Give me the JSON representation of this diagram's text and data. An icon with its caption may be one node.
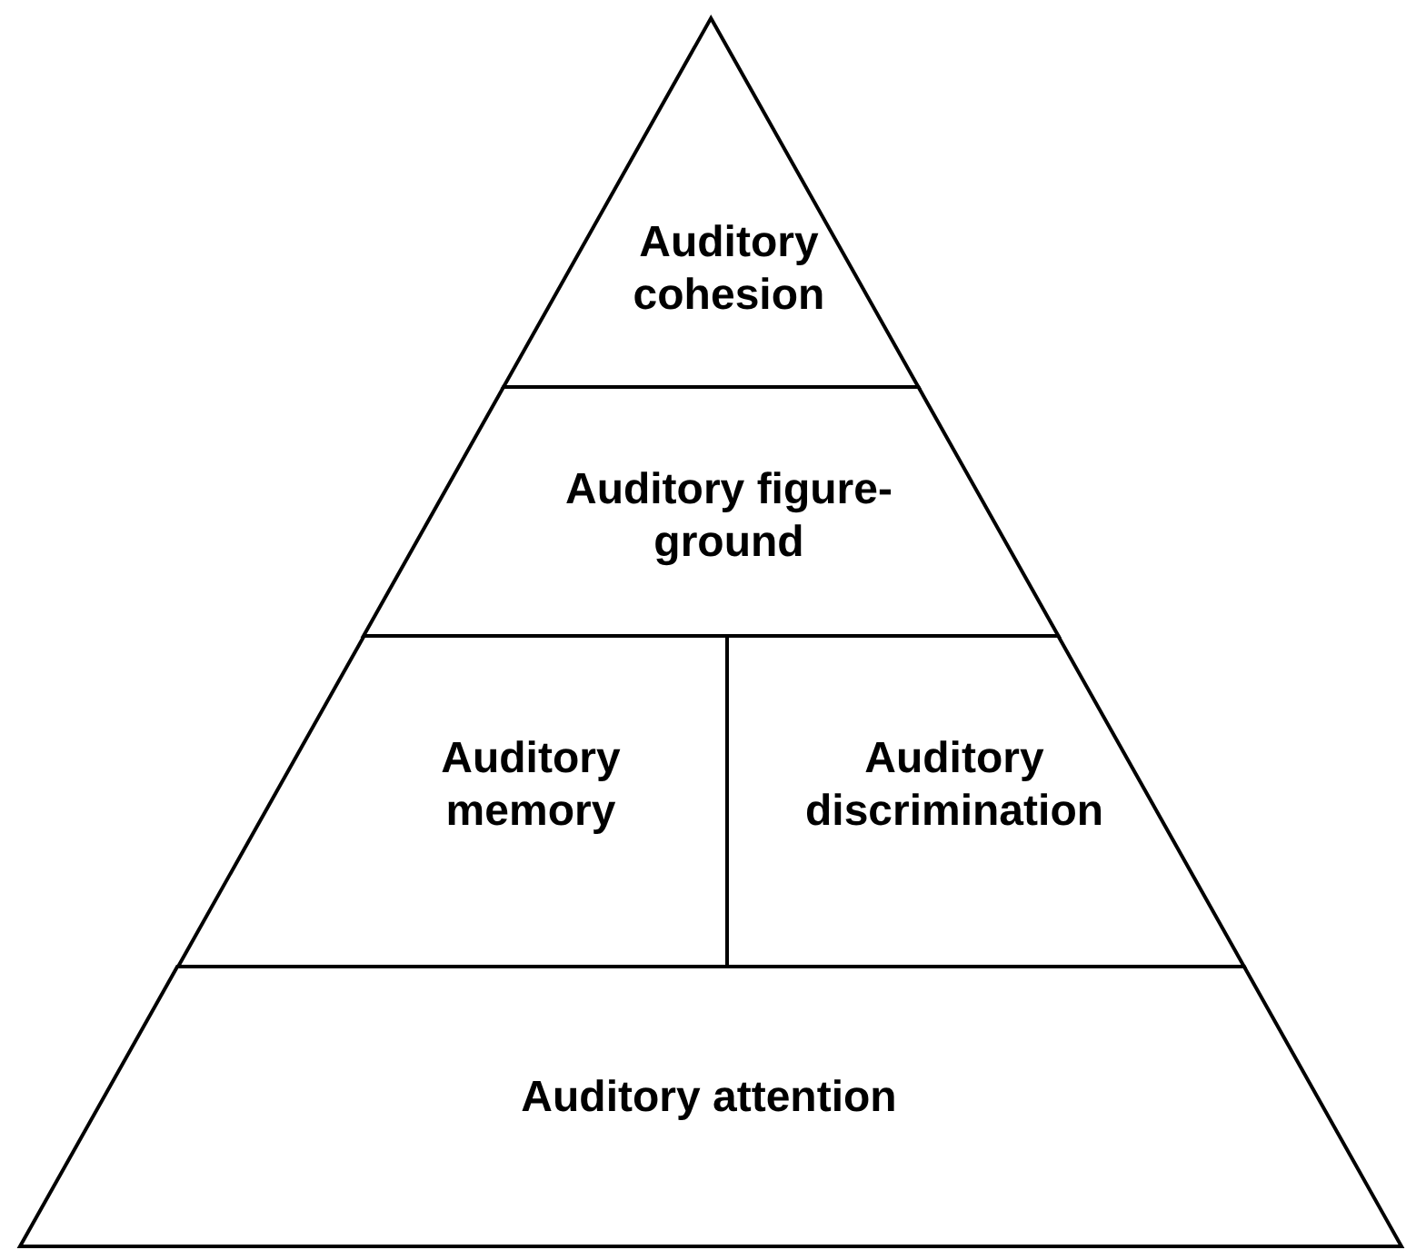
{
  "diagram": {
    "nodes": [
      {
        "text": [
          "Auditory cohesion"
        ]
      },
      {
        "text": [
          "Auditory figure-ground"
        ]
      },
      {
        "text": [
          "Auditory memory"
        ]
      },
      {
        "text": [
          "Auditory discrimination"
        ]
      },
      {
        "text": [
          "Auditory attention"
        ]
      }
    ]
  }
}
